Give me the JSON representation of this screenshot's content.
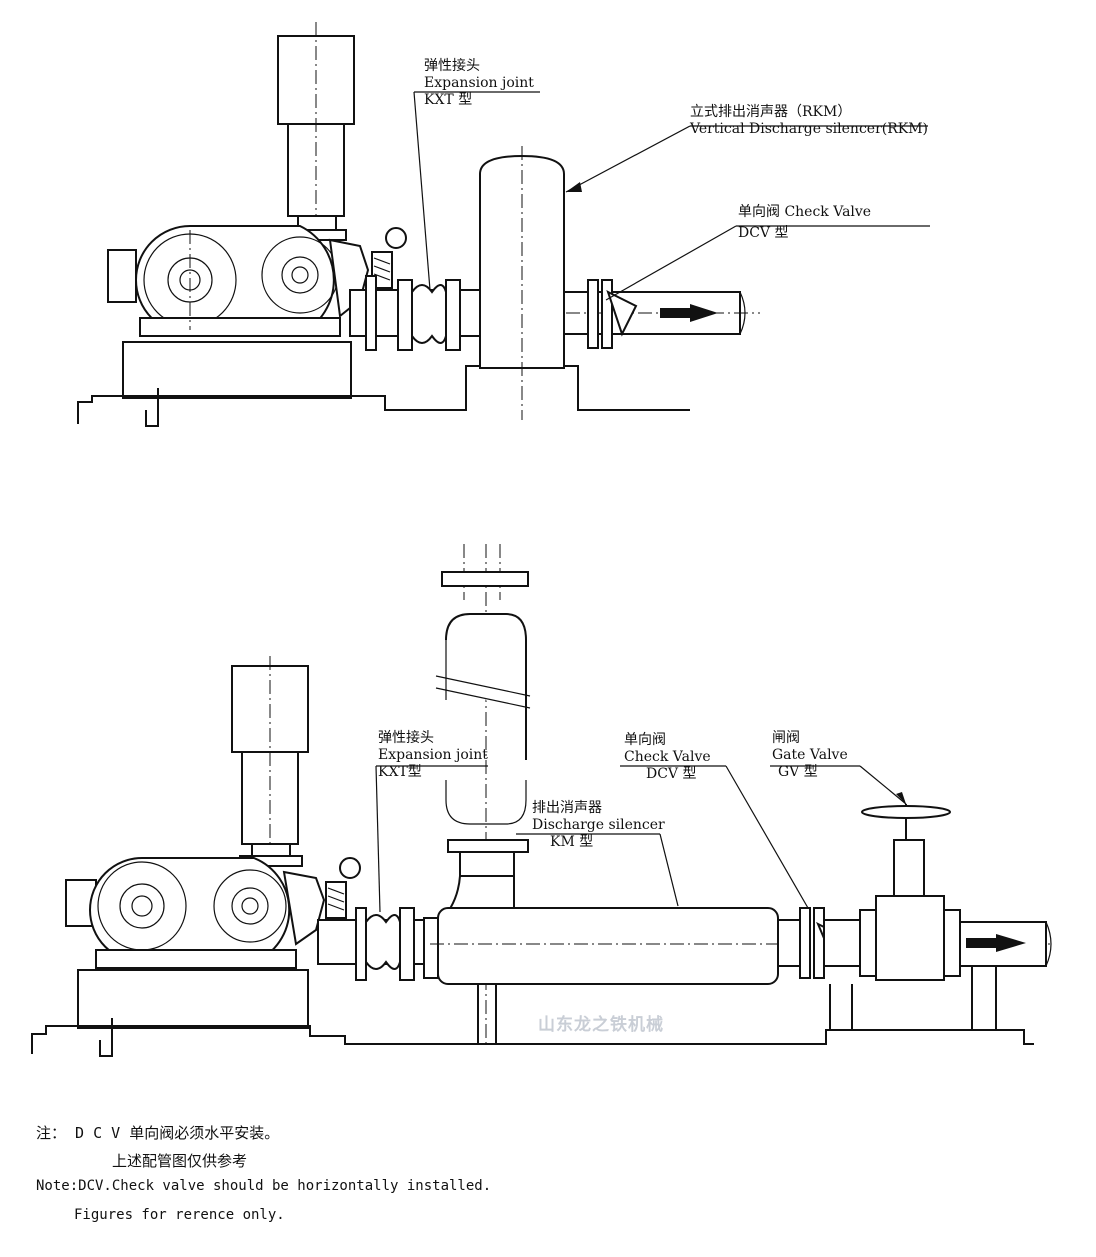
{
  "diagram_top": {
    "expansion_joint": {
      "cn": "弹性接头",
      "en": "Expansion joint",
      "model": "KXT 型"
    },
    "silencer": {
      "cn": "立式排出消声器（RKM）",
      "en": "Vertical Discharge silencer(RKM)"
    },
    "check_valve": {
      "cn_en": "单向阀 Check Valve",
      "model": "DCV 型"
    }
  },
  "diagram_bottom": {
    "expansion_joint": {
      "cn": "弹性接头",
      "en": "Expansion joint",
      "model": "KXT型"
    },
    "silencer": {
      "cn": "排出消声器",
      "en": "Discharge silencer",
      "model": "KM 型"
    },
    "check_valve": {
      "cn": "单向阀",
      "en": "Check Valve",
      "model": "DCV 型"
    },
    "gate_valve": {
      "cn": "闸阀",
      "en": "Gate Valve",
      "model": "GV 型"
    }
  },
  "watermark": "山东龙之铁机械",
  "notes": {
    "line1": "注： D  C  V  单向阀必须水平安装。",
    "line2": "上述配管图仅供参考",
    "line3": "Note:DCV.Check valve should be horizontally installed.",
    "line4": "Figures for rerence only."
  }
}
